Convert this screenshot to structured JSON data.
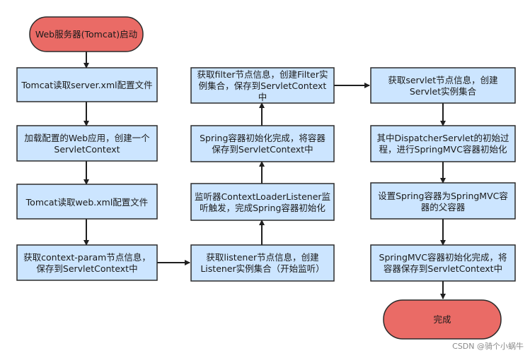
{
  "colors": {
    "process_fill": "#cce5ff",
    "terminal_fill": "#ea6b66",
    "border": "#2b2b2b",
    "arrow": "#1f1f1f"
  },
  "nodes": {
    "start": {
      "lines": [
        "Web服务器(Tomcat)启动"
      ]
    },
    "read_server_xml": {
      "lines": [
        "Tomcat读取server.xml配置文件"
      ]
    },
    "load_web_app": {
      "lines": [
        "加载配置的Web应用，创建一个",
        "ServletContext"
      ]
    },
    "read_web_xml": {
      "lines": [
        "Tomcat读取web.xml配置文件"
      ]
    },
    "get_context_param": {
      "lines": [
        "获取context-param节点信息，",
        "保存到ServletContext中"
      ]
    },
    "get_listener": {
      "lines": [
        "获取listener节点信息，创建",
        "Listener实例集合（开始监听）"
      ]
    },
    "listener_trigger": {
      "lines": [
        "监听器ContextLoaderListener监",
        "听触发，完成Spring容器初始化"
      ]
    },
    "spring_init_done": {
      "lines": [
        "Spring容器初始化完成，将容器",
        "保存到ServletContext中"
      ]
    },
    "get_filter": {
      "lines": [
        "获取filter节点信息，创建Filter实",
        "例集合，保存到ServletContext",
        "中"
      ]
    },
    "get_servlet": {
      "lines": [
        "获取servlet节点信息，创建",
        "Servlet实例集合"
      ]
    },
    "dispatcher_init": {
      "lines": [
        "其中DispatcherServlet的初始过",
        "程，进行SpringMVC容器初始化"
      ]
    },
    "set_parent": {
      "lines": [
        "设置Spring容器为SpringMVC容",
        "器的父容器"
      ]
    },
    "mvc_init_done": {
      "lines": [
        "SpringMVC容器初始化完成，将",
        "容器保存到ServletContext中"
      ]
    },
    "end": {
      "lines": [
        "完成"
      ]
    }
  },
  "watermark": "CSDN @骑个小蜗牛"
}
